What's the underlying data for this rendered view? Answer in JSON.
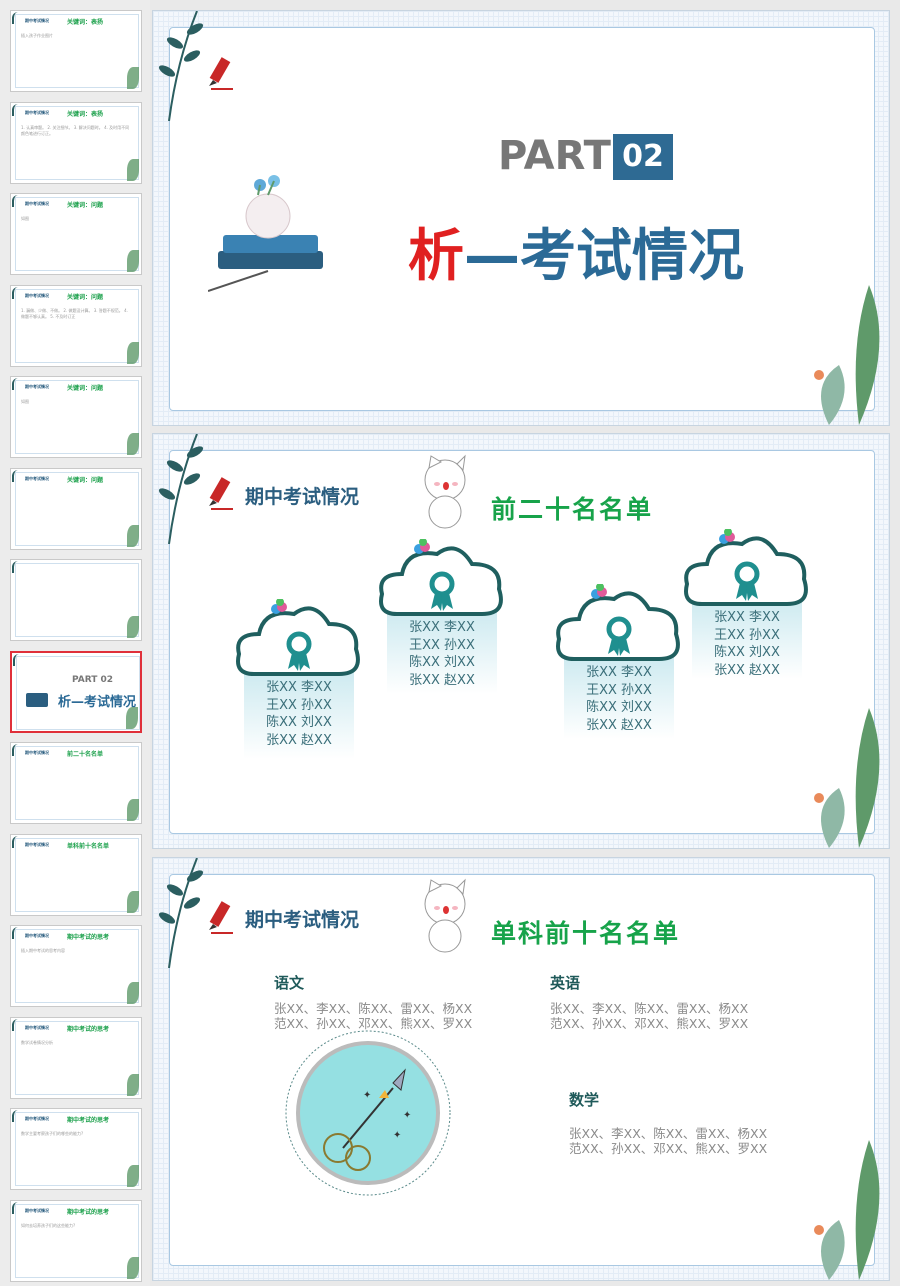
{
  "thumbnails": [
    {
      "header": "期中考试情况",
      "title": "关键词：表扬",
      "body": "插入孩子作业图片"
    },
    {
      "header": "期中考试情况",
      "title": "关键词：表扬",
      "body": "1. 认真审题。 2. 关注细节。 3. 解决问题时。 4. 及时用不同颜色笔进行订正。"
    },
    {
      "header": "期中考试情况",
      "title": "关键词：问题",
      "body": "如图"
    },
    {
      "header": "期中考试情况",
      "title": "关键词：问题",
      "body": "1. 漏做、少做、不做。 2. 做题没计算。 3. 答题不规范。 4. 做题不够认真。 5. 不及时订正"
    },
    {
      "header": "期中考试情况",
      "title": "关键词：问题",
      "body": "如图"
    },
    {
      "header": "期中考试情况",
      "title": "关键词：问题",
      "body": ""
    },
    {
      "header": "",
      "title": "",
      "body": ""
    },
    {
      "header": "",
      "title": "PART 02",
      "body": "析—考试情况"
    },
    {
      "header": "期中考试情况",
      "title": "前二十名名单",
      "body": ""
    },
    {
      "header": "期中考试情况",
      "title": "单科前十名名单",
      "body": ""
    },
    {
      "header": "期中考试情况",
      "title": "期中考试的思考",
      "body": "插入期中考试的思考内容"
    },
    {
      "header": "期中考试情况",
      "title": "期中考试的思考",
      "body": "数学试卷情况分析"
    },
    {
      "header": "期中考试情况",
      "title": "期中考试的思考",
      "body": "数学主要考察孩子们的哪些的能力?"
    },
    {
      "header": "期中考试情况",
      "title": "期中考试的思考",
      "body": "如何去培养孩子们的这些能力?"
    }
  ],
  "slide1": {
    "part": "PART",
    "part_num": "02",
    "title_red": "析",
    "title_rest": "—考试情况"
  },
  "slide2": {
    "section": "期中考试情况",
    "title": "前二十名名单",
    "groups": [
      [
        "张XX 李XX",
        "王XX 孙XX",
        "陈XX 刘XX",
        "张XX 赵XX"
      ],
      [
        "张XX 李XX",
        "王XX 孙XX",
        "陈XX 刘XX",
        "张XX 赵XX"
      ],
      [
        "张XX 李XX",
        "王XX 孙XX",
        "陈XX 刘XX",
        "张XX 赵XX"
      ],
      [
        "张XX 李XX",
        "王XX 孙XX",
        "陈XX 刘XX",
        "张XX 赵XX"
      ]
    ]
  },
  "slide3": {
    "section": "期中考试情况",
    "title": "单科前十名名单",
    "subjects": [
      {
        "name": "语文",
        "line1": "张XX、李XX、陈XX、雷XX、杨XX",
        "line2": "范XX、孙XX、邓XX、熊XX、罗XX"
      },
      {
        "name": "英语",
        "line1": "张XX、李XX、陈XX、雷XX、杨XX",
        "line2": "范XX、孙XX、邓XX、熊XX、罗XX"
      },
      {
        "name": "数学",
        "line1": "张XX、李XX、陈XX、雷XX、杨XX",
        "line2": "范XX、孙XX、邓XX、熊XX、罗XX"
      }
    ]
  },
  "colors": {
    "accent_blue": "#2b6a96",
    "accent_red": "#e02020",
    "green": "#17a34a",
    "teal": "#1f8f8f",
    "selected_border": "#e0303a"
  }
}
